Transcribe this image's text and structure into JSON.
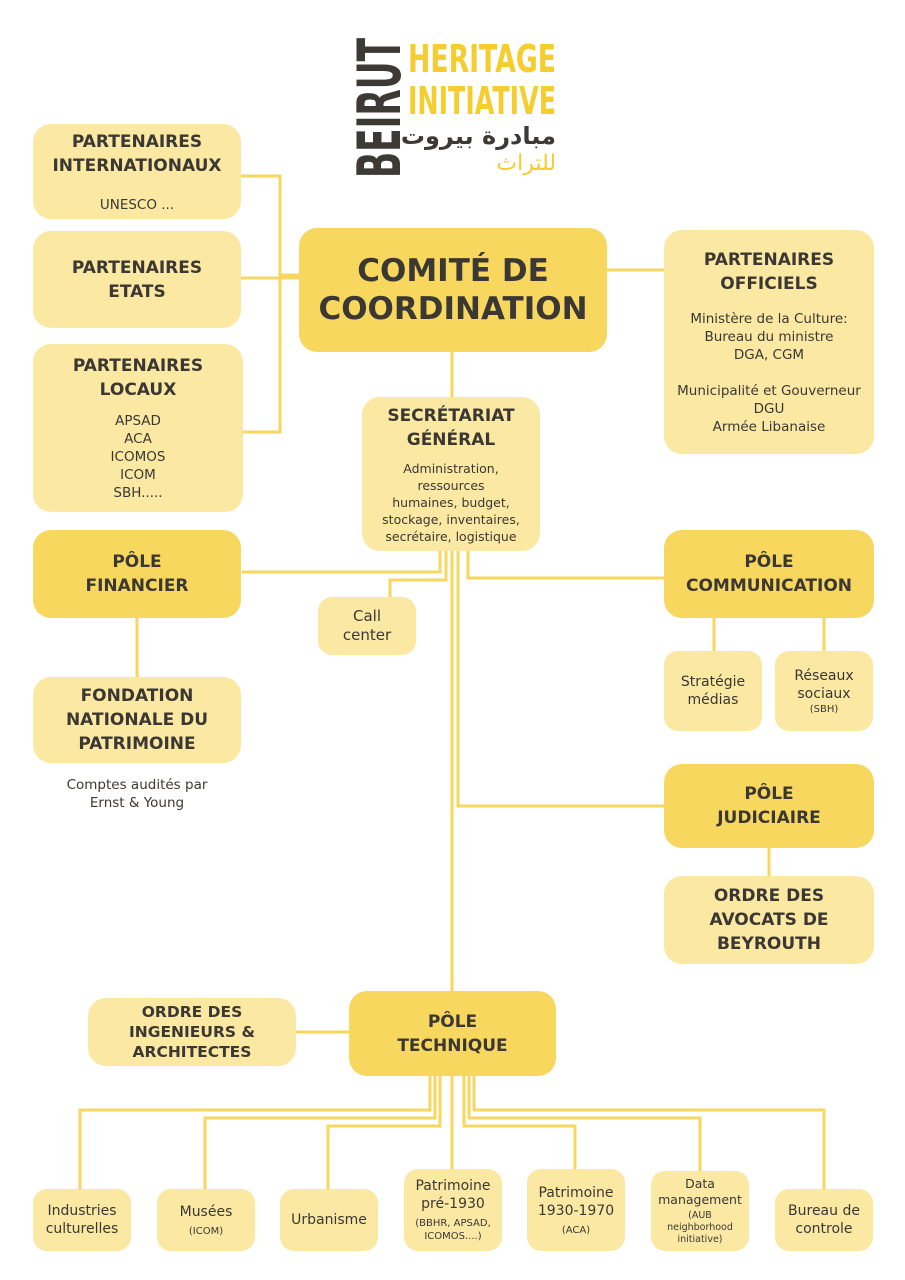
{
  "logo": {
    "vertical_word": "BEIRUT",
    "line1": "HERITAGE",
    "line2": "INITIATIVE",
    "arabic1": "مبادرة بيروت",
    "arabic2": "للتراث",
    "colors": {
      "dark": "#3d3a36",
      "yellow": "#f5cd2e"
    }
  },
  "colors": {
    "light_box": "#fbe8a3",
    "dark_box": "#f8d75e",
    "connector": "#f8d75e",
    "text": "#3b3834"
  },
  "nodes": {
    "intl": {
      "title": "PARTENAIRES\nINTERNATIONAUX",
      "detail": "UNESCO ..."
    },
    "etats": {
      "title": "PARTENAIRES\nETATS"
    },
    "locaux": {
      "title": "PARTENAIRES\nLOCAUX",
      "detail": "APSAD\nACA\nICOMOS\nICOM\nSBH....."
    },
    "comite": {
      "title": "COMITÉ DE\nCOORDINATION"
    },
    "officiels": {
      "title": "PARTENAIRES\nOFFICIELS",
      "detail1": "Ministère de la Culture:\nBureau du ministre\nDGA, CGM",
      "detail2": "Municipalité et Gouverneur\nDGU\nArmée Libanaise"
    },
    "secretariat": {
      "title": "SECRÉTARIAT\nGÉNÉRAL",
      "detail": "Administration, ressources\nhumaines, budget,\nstockage, inventaires,\nsecrétaire, logistique"
    },
    "financier": {
      "title": "PÔLE\nFINANCIER"
    },
    "call": {
      "title": "Call\ncenter"
    },
    "communication": {
      "title": "PÔLE\nCOMMUNICATION"
    },
    "strategie": {
      "title": "Stratégie\nmédias"
    },
    "reseaux": {
      "title": "Réseaux\nsociaux",
      "detail": "(SBH)"
    },
    "fondation": {
      "title": "FONDATION\nNATIONALE DU\nPATRIMOINE",
      "note": "Comptes audités par\nErnst & Young"
    },
    "judiciaire": {
      "title": "PÔLE\nJUDICIAIRE"
    },
    "avocats": {
      "title": "ORDRE DES\nAVOCATS DE\nBEYROUTH"
    },
    "ingenieurs": {
      "title": "ORDRE DES\nINGENIEURS &\nARCHITECTES"
    },
    "technique": {
      "title": "PÔLE\nTECHNIQUE"
    },
    "industries": {
      "title": "Industries\nculturelles"
    },
    "musees": {
      "title": "Musées",
      "detail": "(ICOM)"
    },
    "urbanisme": {
      "title": "Urbanisme"
    },
    "pre1930": {
      "title": "Patrimoine\npré-1930",
      "detail": "(BBHR, APSAD,\nICOMOS....)"
    },
    "p1930": {
      "title": "Patrimoine\n1930-1970",
      "detail": "(ACA)"
    },
    "data_mgmt": {
      "title": "Data\nmanagement",
      "detail": "(AUB\nneighborhood\ninitiative)"
    },
    "bureau": {
      "title": "Bureau de\ncontrole"
    }
  }
}
